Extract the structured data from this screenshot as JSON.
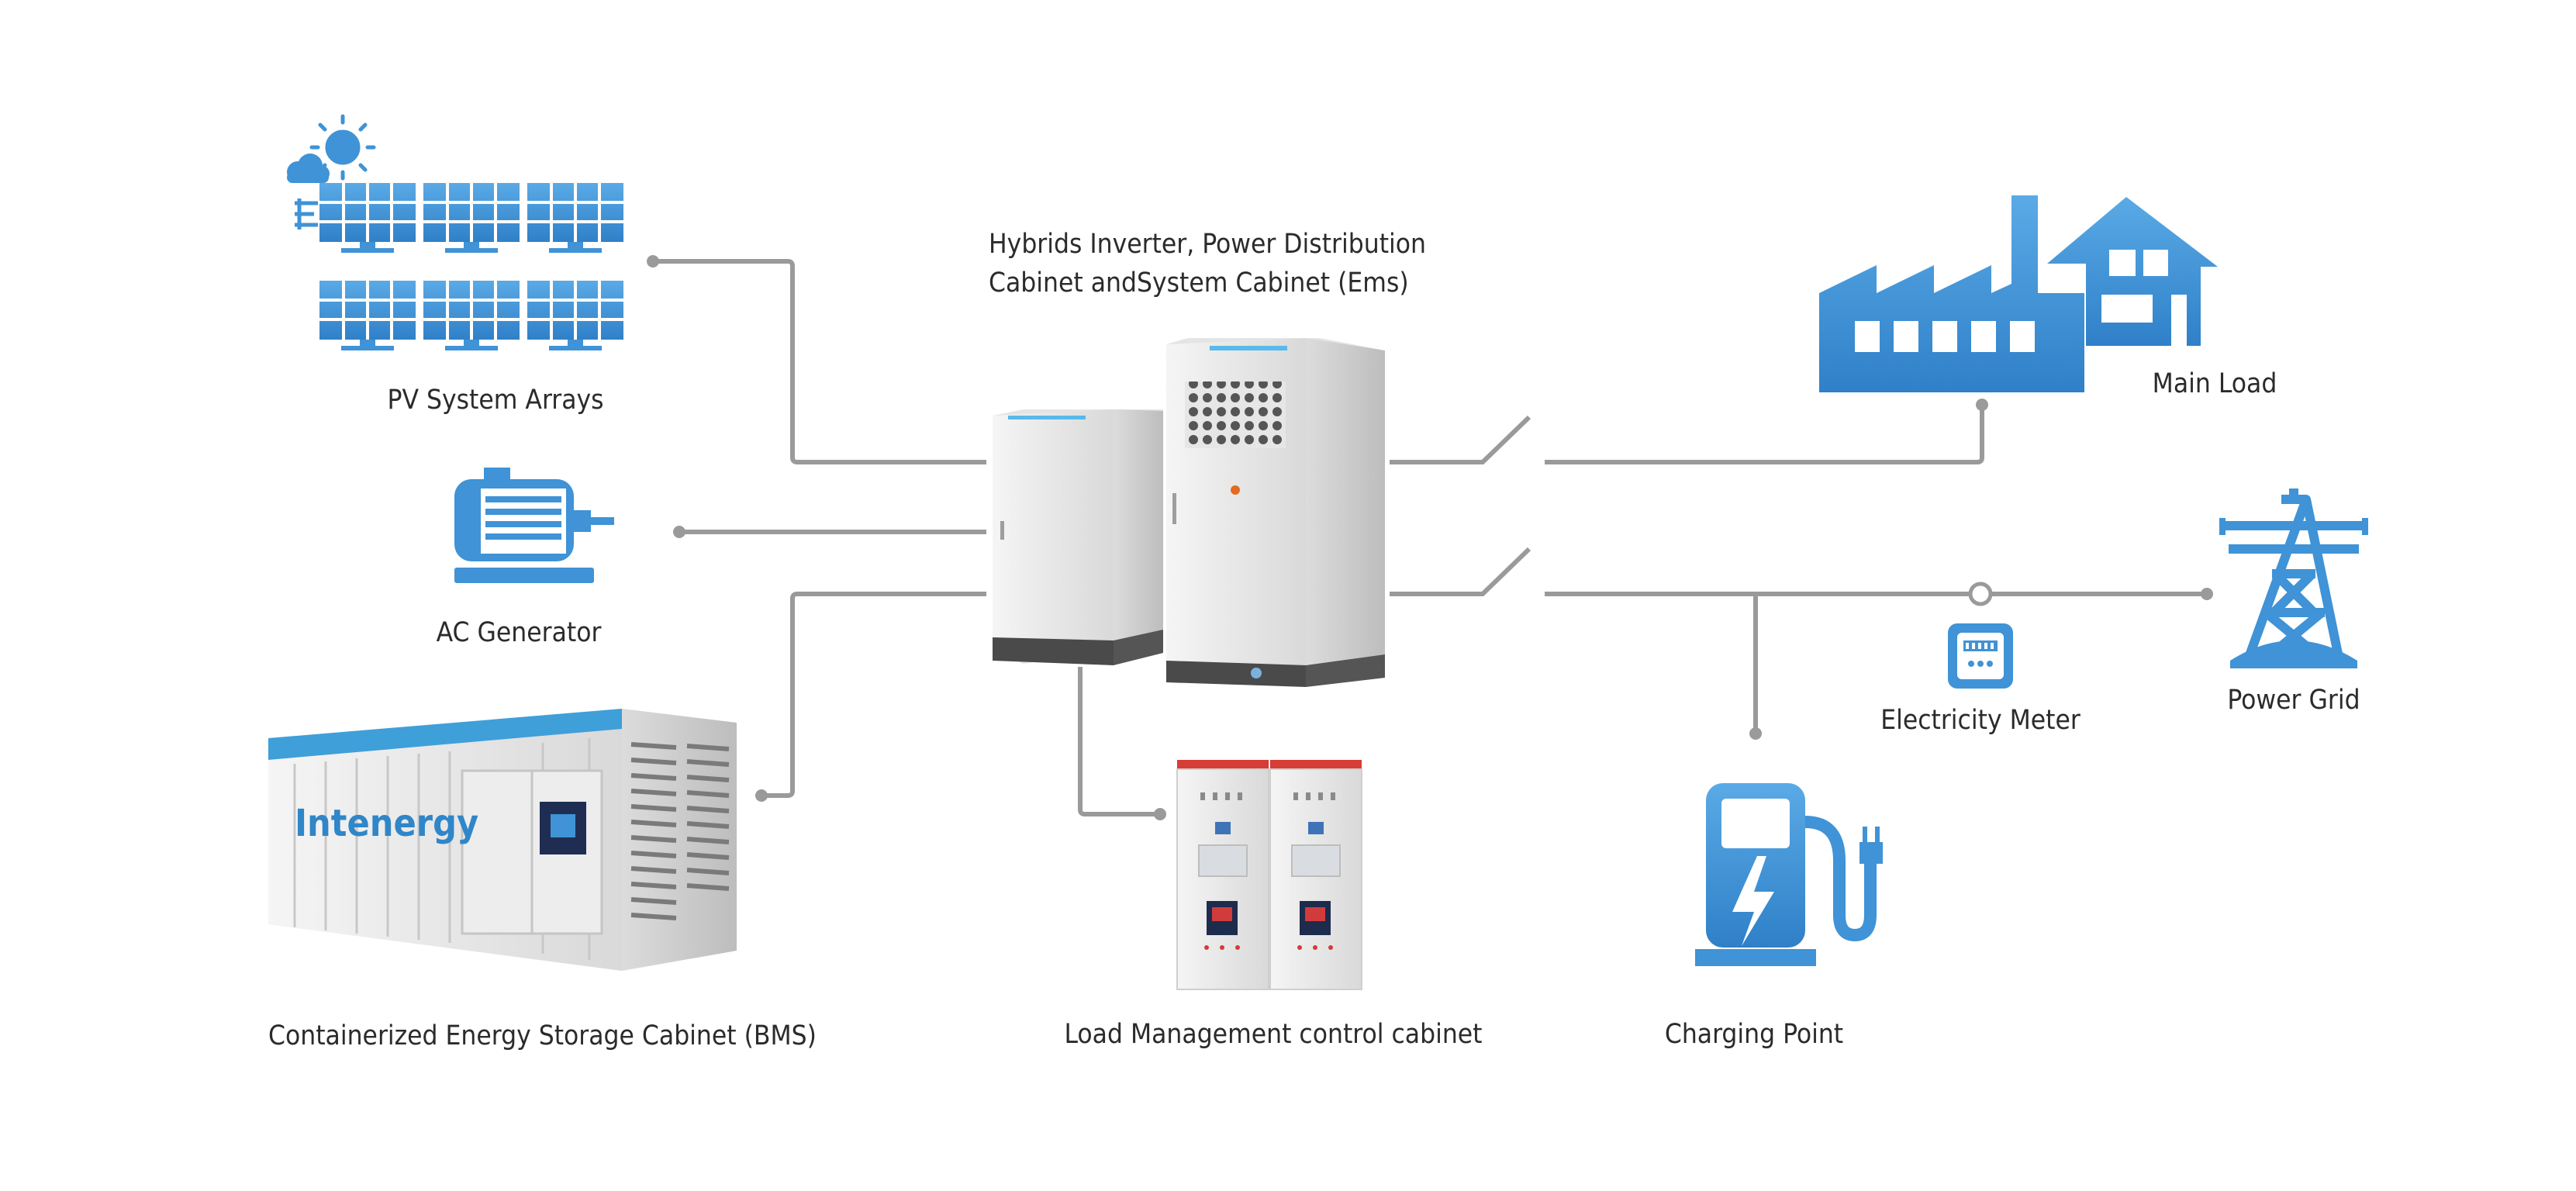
{
  "colors": {
    "accent": "#3f93d6",
    "accent_dark": "#2a6fb8",
    "line": "#9a9a9a",
    "label": "#2b2b2b"
  },
  "labels": {
    "pv": "PV System Arrays",
    "generator": "AC Generator",
    "storage": "Containerized Energy Storage Cabinet (BMS)",
    "inverter_line1": "Hybrids Inverter, Power Distribution",
    "inverter_line2": "Cabinet andSystem Cabinet (Ems)",
    "load_cabinet": "Load Management control cabinet",
    "main_load": "Main Load",
    "power_grid": "Power Grid",
    "meter": "Electricity Meter",
    "charging": "Charging Point",
    "container_logo": "Intenergy"
  },
  "icons": [
    "sun-icon",
    "cloud-icon",
    "solar-panel-icon",
    "generator-icon",
    "factory-icon",
    "house-icon",
    "pylon-icon",
    "meter-icon",
    "ev-charger-icon"
  ]
}
